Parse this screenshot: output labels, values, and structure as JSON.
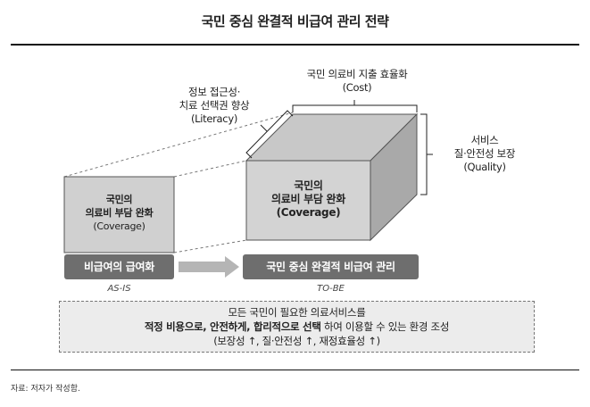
{
  "title": "국민 중심 완결적 비급여 관리 전략",
  "cube_labels": {
    "cost_line1": "국민 의료비 지출 효율화",
    "cost_line2": "(Cost)",
    "literacy_line1": "정보 접근성·",
    "literacy_line2": "치료 선택권 향상",
    "literacy_line3": "(Literacy)",
    "quality_line1": "서비스",
    "quality_line2": "질·안전성 보장",
    "quality_line3": "(Quality)"
  },
  "small_box": {
    "line1": "국민의",
    "line2": "의료비 부담 완화",
    "line3": "(Coverage)"
  },
  "cube_front": {
    "line1": "국민의",
    "line2": "의료비 부담 완화",
    "line3": "(Coverage)"
  },
  "flow": {
    "from_label": "비급여의 급여화",
    "to_label": "국민 중심 완결적 비급여 관리",
    "as_is": "AS-IS",
    "to_be": "TO-BE"
  },
  "summary": {
    "line1": "모든 국민이 필요한 의료서비스를",
    "line2_bold": "적정 비용으로, 안전하게, 합리적으로 선택",
    "line2_rest": " 하여 이용할 수 있는 환경 조성",
    "line3": "(보장성 ↑, 질·안전성 ↑, 재정효율성 ↑)"
  },
  "source": "자료: 저자가 작성함."
}
